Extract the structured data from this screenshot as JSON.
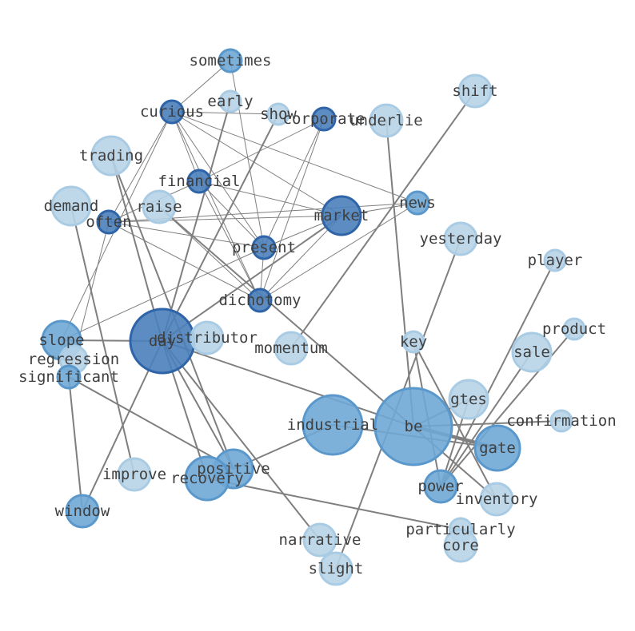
{
  "colors": {
    "edge": "#7f7f7f",
    "label": "#3f3f3f",
    "node_dark_fill": "#4a7fba",
    "node_dark_stroke": "#2f65a8",
    "node_mid_fill": "#6fa8d6",
    "node_mid_stroke": "#5a98cc",
    "node_light_fill": "#b7d4e8",
    "node_light_stroke": "#a9cbe3"
  },
  "nodes": [
    {
      "id": "sometimes",
      "label": "sometimes",
      "tone": "mid"
    },
    {
      "id": "early",
      "label": "early",
      "tone": "light"
    },
    {
      "id": "curious",
      "label": "curious",
      "tone": "dark"
    },
    {
      "id": "show",
      "label": "show",
      "tone": "light"
    },
    {
      "id": "corporate",
      "label": "corporate",
      "tone": "dark"
    },
    {
      "id": "underlie",
      "label": "underlie",
      "tone": "light"
    },
    {
      "id": "shift",
      "label": "shift",
      "tone": "light"
    },
    {
      "id": "trading",
      "label": "trading",
      "tone": "light"
    },
    {
      "id": "financial",
      "label": "financial",
      "tone": "dark"
    },
    {
      "id": "demand",
      "label": "demand",
      "tone": "light"
    },
    {
      "id": "raise",
      "label": "raise",
      "tone": "light"
    },
    {
      "id": "often",
      "label": "often",
      "tone": "dark"
    },
    {
      "id": "market",
      "label": "market",
      "tone": "dark"
    },
    {
      "id": "news",
      "label": "news",
      "tone": "mid"
    },
    {
      "id": "yesterday",
      "label": "yesterday",
      "tone": "light"
    },
    {
      "id": "present",
      "label": "present",
      "tone": "dark"
    },
    {
      "id": "player",
      "label": "player",
      "tone": "light"
    },
    {
      "id": "dichotomy",
      "label": "dichotomy",
      "tone": "dark"
    },
    {
      "id": "product",
      "label": "product",
      "tone": "light"
    },
    {
      "id": "slope",
      "label": "slope",
      "tone": "mid"
    },
    {
      "id": "day",
      "label": "day",
      "tone": "dark"
    },
    {
      "id": "distributor",
      "label": "distributor",
      "tone": "light"
    },
    {
      "id": "regression",
      "label": "regression",
      "tone": "light"
    },
    {
      "id": "momentum",
      "label": "momentum",
      "tone": "light"
    },
    {
      "id": "key",
      "label": "key",
      "tone": "light"
    },
    {
      "id": "sale",
      "label": "sale",
      "tone": "light"
    },
    {
      "id": "significant",
      "label": "significant",
      "tone": "mid"
    },
    {
      "id": "gtes",
      "label": "gtes",
      "tone": "light"
    },
    {
      "id": "industrial",
      "label": "industrial",
      "tone": "mid"
    },
    {
      "id": "be",
      "label": "be",
      "tone": "mid"
    },
    {
      "id": "confirmation",
      "label": "confirmation",
      "tone": "light"
    },
    {
      "id": "gate",
      "label": "gate",
      "tone": "mid"
    },
    {
      "id": "improve",
      "label": "improve",
      "tone": "light"
    },
    {
      "id": "positive",
      "label": "positive",
      "tone": "mid"
    },
    {
      "id": "recovery",
      "label": "recovery",
      "tone": "mid"
    },
    {
      "id": "power",
      "label": "power",
      "tone": "mid"
    },
    {
      "id": "inventory",
      "label": "inventory",
      "tone": "light"
    },
    {
      "id": "window",
      "label": "window",
      "tone": "mid"
    },
    {
      "id": "particularly",
      "label": "particularly",
      "tone": "light"
    },
    {
      "id": "narrative",
      "label": "narrative",
      "tone": "light"
    },
    {
      "id": "core",
      "label": "core",
      "tone": "light"
    },
    {
      "id": "slight",
      "label": "slight",
      "tone": "light"
    }
  ],
  "edges": [
    [
      "curious",
      "sometimes",
      "thin"
    ],
    [
      "curious",
      "show",
      "thin"
    ],
    [
      "curious",
      "financial",
      "thin"
    ],
    [
      "curious",
      "market",
      "thin"
    ],
    [
      "curious",
      "present",
      "thin"
    ],
    [
      "curious",
      "dichotomy",
      "thin"
    ],
    [
      "curious",
      "news",
      "thin"
    ],
    [
      "curious",
      "often",
      "thin"
    ],
    [
      "curious",
      "slope",
      "thin"
    ],
    [
      "sometimes",
      "present",
      "thin"
    ],
    [
      "financial",
      "often",
      "thin"
    ],
    [
      "financial",
      "present",
      "thin"
    ],
    [
      "financial",
      "market",
      "thin"
    ],
    [
      "financial",
      "dichotomy",
      "thin"
    ],
    [
      "financial",
      "corporate",
      "thin"
    ],
    [
      "often",
      "market",
      "thin"
    ],
    [
      "often",
      "present",
      "thin"
    ],
    [
      "often",
      "dichotomy",
      "thin"
    ],
    [
      "often",
      "news",
      "thin"
    ],
    [
      "often",
      "regression",
      "thin"
    ],
    [
      "market",
      "present",
      "thin"
    ],
    [
      "market",
      "dichotomy",
      "thin"
    ],
    [
      "market",
      "news",
      "thin"
    ],
    [
      "present",
      "dichotomy",
      "thin"
    ],
    [
      "present",
      "corporate",
      "thin"
    ],
    [
      "dichotomy",
      "corporate",
      "thin"
    ],
    [
      "dichotomy",
      "news",
      "thin"
    ],
    [
      "dichotomy",
      "raise",
      "thin"
    ],
    [
      "present",
      "slope",
      "thin"
    ],
    [
      "day",
      "early",
      "thick"
    ],
    [
      "day",
      "show",
      "thick"
    ],
    [
      "day",
      "trading",
      "thick"
    ],
    [
      "day",
      "slope",
      "thick"
    ],
    [
      "day",
      "recovery",
      "thick"
    ],
    [
      "day",
      "positive",
      "thick"
    ],
    [
      "day",
      "narrative",
      "thick"
    ],
    [
      "day",
      "window",
      "thick"
    ],
    [
      "day",
      "be",
      "thick"
    ],
    [
      "day",
      "market",
      "thick"
    ],
    [
      "trading",
      "positive",
      "thick"
    ],
    [
      "demand",
      "improve",
      "thick"
    ],
    [
      "raise",
      "inventory",
      "thick"
    ],
    [
      "momentum",
      "shift",
      "thick"
    ],
    [
      "underlie",
      "be",
      "thick"
    ],
    [
      "significant",
      "positive",
      "thick"
    ],
    [
      "significant",
      "window",
      "thick"
    ],
    [
      "regression",
      "slope",
      "thick"
    ],
    [
      "industrial",
      "positive",
      "thick"
    ],
    [
      "industrial",
      "gate",
      "thick"
    ],
    [
      "be",
      "gate",
      "heavy"
    ],
    [
      "be",
      "confirmation",
      "thick"
    ],
    [
      "be",
      "gtes",
      "thick"
    ],
    [
      "key",
      "inventory",
      "thick"
    ],
    [
      "key",
      "power",
      "thick"
    ],
    [
      "power",
      "player",
      "thick"
    ],
    [
      "power",
      "product",
      "thick"
    ],
    [
      "gtes",
      "power",
      "thick"
    ],
    [
      "recovery",
      "particularly",
      "thick"
    ],
    [
      "slight",
      "yesterday",
      "thick"
    ],
    [
      "sale",
      "power",
      "thick"
    ]
  ]
}
